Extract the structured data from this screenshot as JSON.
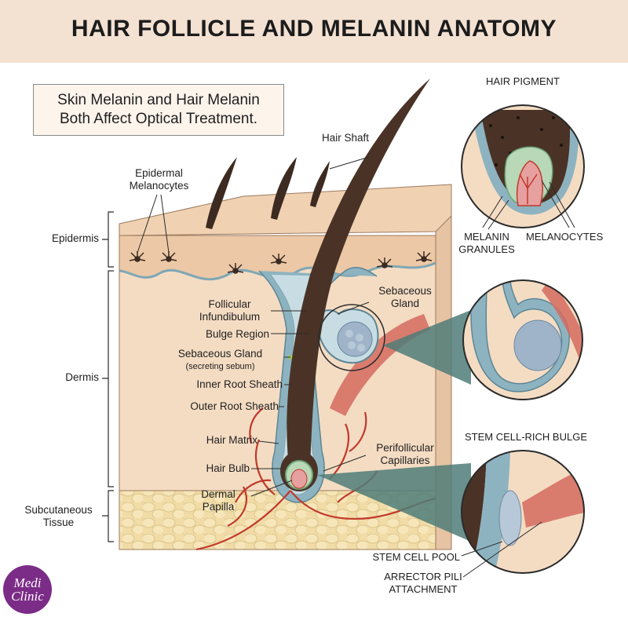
{
  "title": "HAIR FOLLICLE AND MELANIN ANATOMY",
  "note": {
    "line1": "Skin Melanin and Hair Melanin",
    "line2": "Both Affect Optical Treatment."
  },
  "layers": {
    "epidermis": "Epidermis",
    "dermis": "Dermis",
    "subcutaneous_line1": "Subcutaneous",
    "subcutaneous_line2": "Tissue"
  },
  "labels": {
    "hair_shaft": "Hair Shaft",
    "epidermal_melanocytes_line1": "Epidermal",
    "epidermal_melanocytes_line2": "Melanocytes",
    "follicular_infundibulum_line1": "Follicular",
    "follicular_infundibulum_line2": "Infundibulum",
    "bulge_region": "Bulge Region",
    "sebaceous_gland_left": "Sebaceous Gland",
    "sebaceous_gland_left_sub": "(secreting sebum)",
    "inner_root_sheath": "Inner Root Sheath",
    "outer_root_sheath": "Outer Root Sheath",
    "hair_matrix": "Hair Matrix",
    "hair_bulb": "Hair Bulb",
    "dermal_papilla_line1": "Dermal",
    "dermal_papilla_line2": "Papilla",
    "sebaceous_gland_right_line1": "Sebaceous",
    "sebaceous_gland_right_line2": "Gland",
    "perifollicular_line1": "Perifollicular",
    "perifollicular_line2": "Capillaries"
  },
  "insets": {
    "hair_pigment": {
      "title": "HAIR PIGMENT",
      "melanin_granules_line1": "MELANIN",
      "melanin_granules_line2": "GRANULES",
      "melanocytes": "MELANOCYTES"
    },
    "stem_cell_bulge": {
      "title": "STEM CELL-RICH BULGE",
      "stem_cell_pool": "STEM CELL POOL",
      "arrector_line1": "ARRECTOR PILI",
      "arrector_line2": "ATTACHMENT"
    }
  },
  "logo": {
    "line1": "Medi",
    "line2": "Clinic"
  },
  "colors": {
    "title_bar": "#f3e1d2",
    "skin": "#f4dcc3",
    "hair": "#4a3326",
    "sheath": "#7fa7b5",
    "vessel": "#c1392b",
    "fat": "#f1dca7",
    "logo": "#7b2c87"
  }
}
